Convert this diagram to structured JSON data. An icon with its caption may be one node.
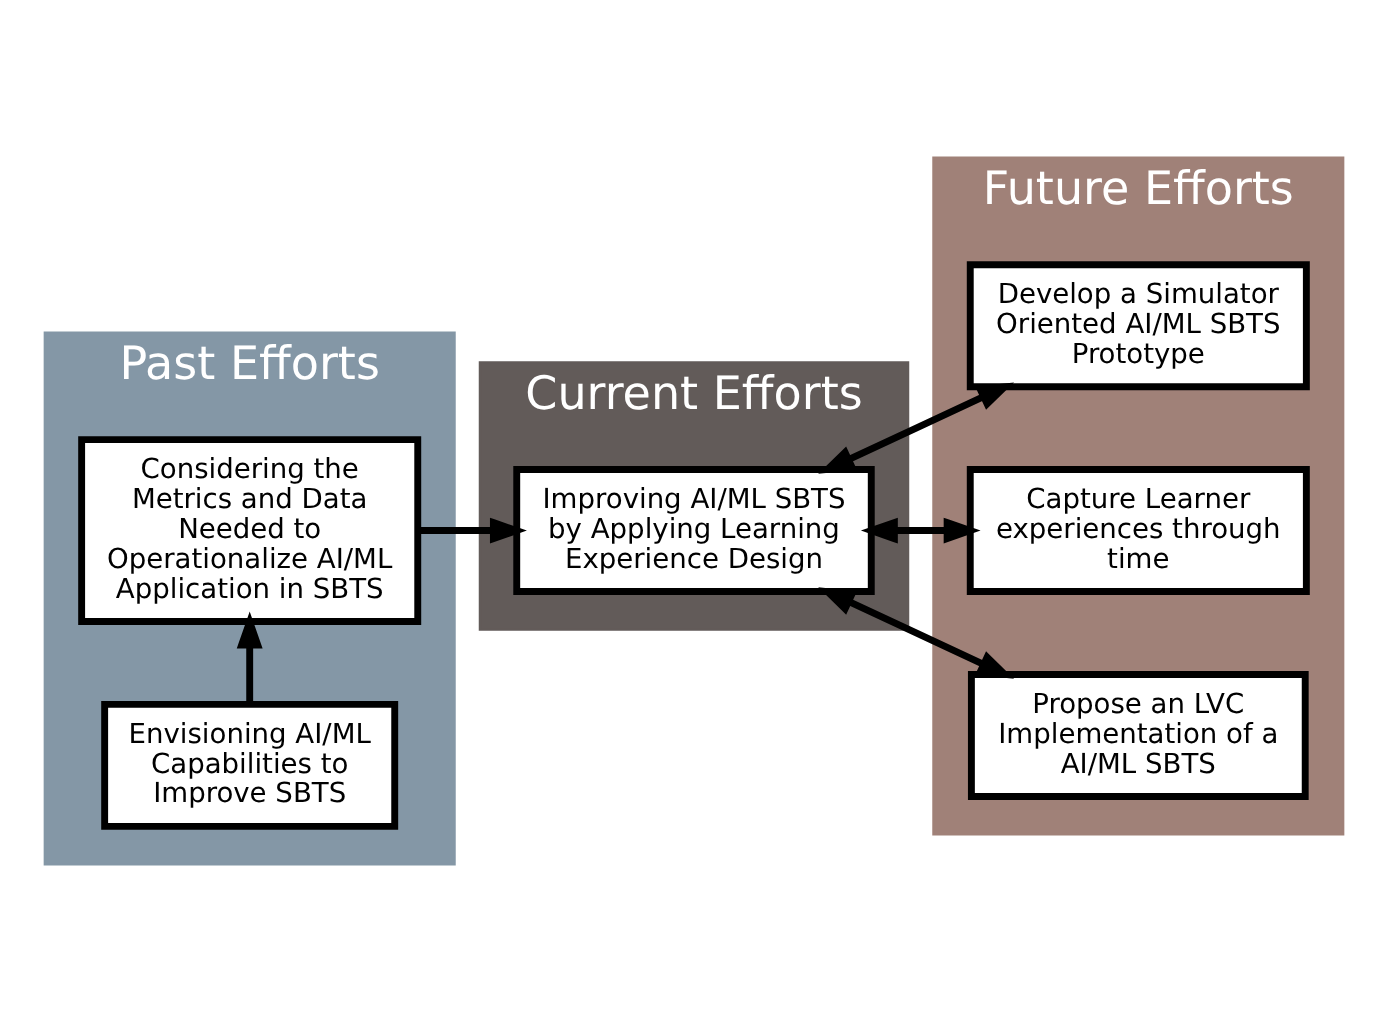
{
  "diagram": {
    "nodes": [
      {
        "text": [
          "Past Efforts"
        ]
      },
      {
        "text": [
          "Envisioning AI/ML Capabilities to Improve SBTS"
        ],
        "in": 0
      },
      {
        "text": [
          "Considering the Metrics and Data Needed to Operationalize AI/ML Application in SBTS"
        ],
        "in": 0
      },
      {
        "text": [
          "Current Efforts"
        ]
      },
      {
        "text": [
          "Improving AI/ML SBTS by Applying Learning Experience Design"
        ],
        "in": 3
      },
      {
        "text": [
          "Future Efforts"
        ]
      },
      {
        "text": [
          "Develop a Simulator Oriented AI/ML SBTS Prototype"
        ],
        "in": 5
      },
      {
        "text": [
          "Capture Learner experiences through time"
        ],
        "in": 5
      },
      {
        "text": [
          "Propose an LVC Implementation of a AI/ML SBTS"
        ],
        "in": 5
      }
    ],
    "edges": [
      {
        "from": 1,
        "to": 2,
        "arrow": "to"
      },
      {
        "from": 2,
        "to": 4,
        "arrow": "to"
      },
      {
        "from": 4,
        "to": 6,
        "arrow": "both"
      },
      {
        "from": 4,
        "to": 7,
        "arrow": "both"
      },
      {
        "from": 4,
        "to": 8,
        "arrow": "both"
      }
    ]
  }
}
